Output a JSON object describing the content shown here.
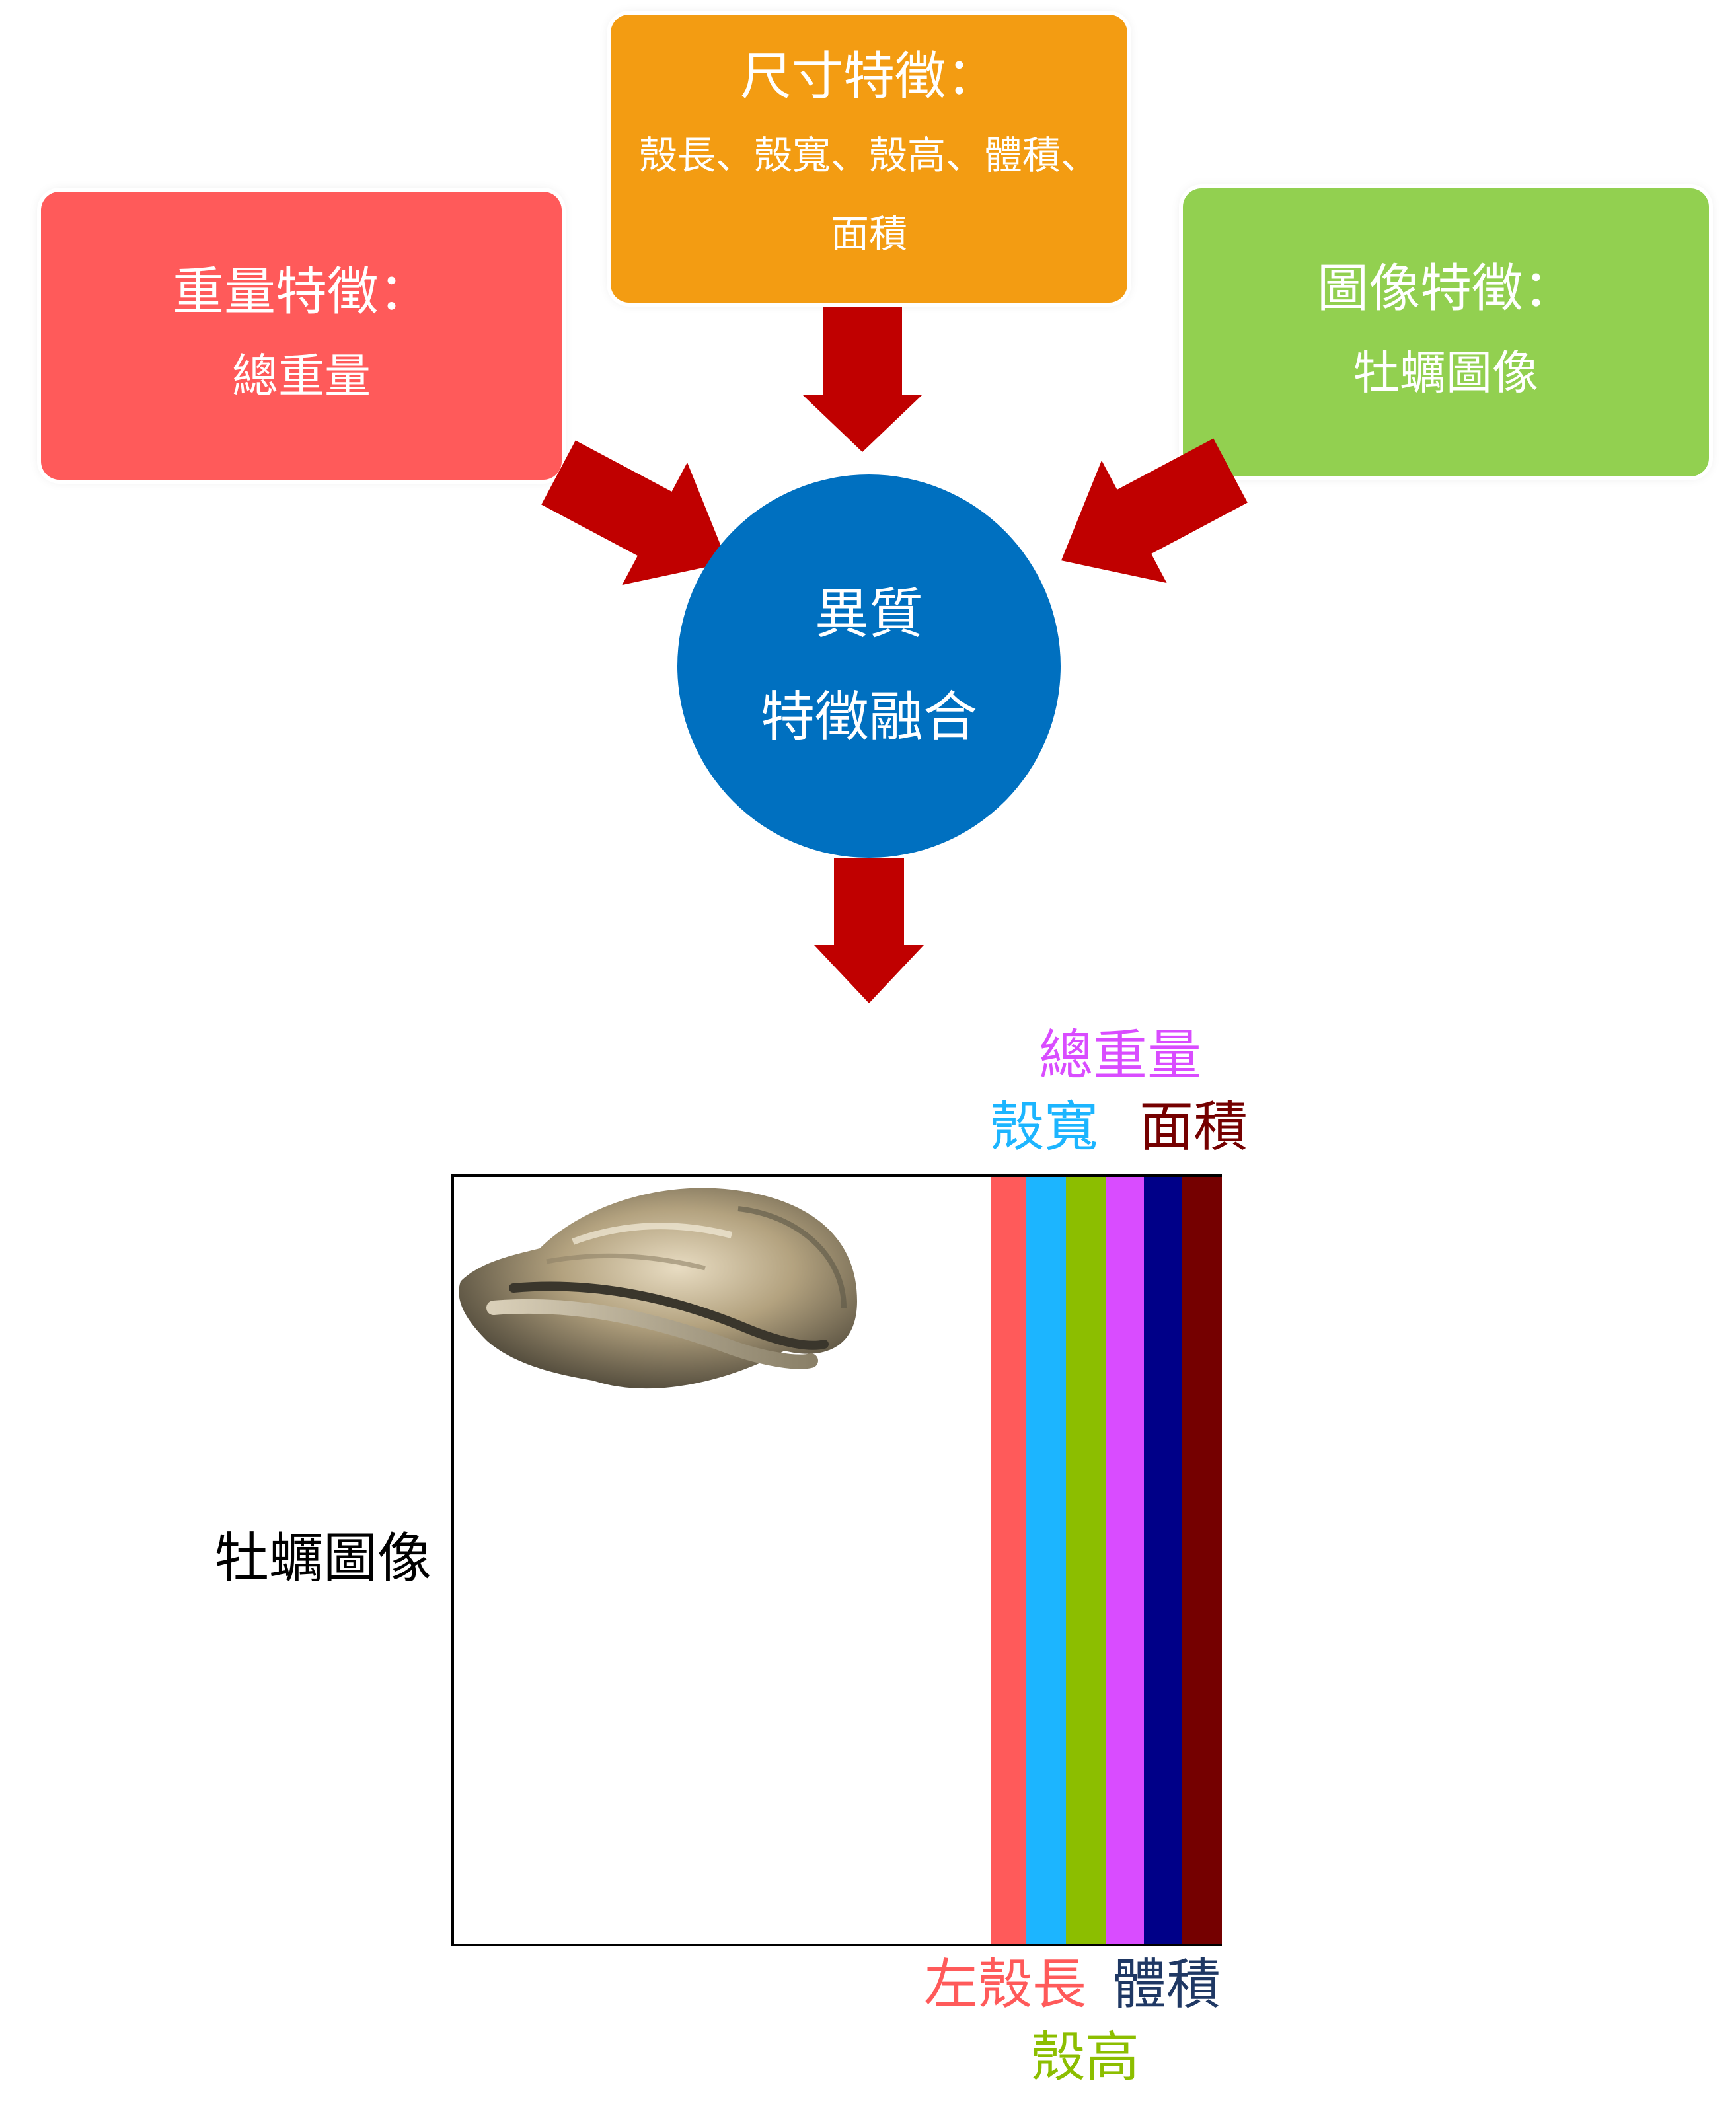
{
  "inputs": {
    "weight": {
      "title": "重量特徵：",
      "body": "總重量",
      "color": "#ff5a5a"
    },
    "size": {
      "title": "尺寸特徵：",
      "body": "殼長、殼寬、殼高、體積、面積",
      "color": "#f39c12"
    },
    "image": {
      "title": "圖像特徵：",
      "body": "牡蠣圖像",
      "color": "#92d050"
    }
  },
  "fusion": {
    "line1": "異質",
    "line2": "特徵融合",
    "color": "#0070c0"
  },
  "arrow_color": "#c00000",
  "feature_matrix": {
    "image_label": "牡蠣圖像",
    "photo_icon": "oyster-photo",
    "stripes": [
      {
        "name": "左殼長",
        "color": "#ff5a5a"
      },
      {
        "name": "殼寬",
        "color": "#1cb5ff"
      },
      {
        "name": "殼高",
        "color": "#8cbe00"
      },
      {
        "name": "總重量",
        "color": "#d94cff"
      },
      {
        "name": "體積",
        "color": "#000088"
      },
      {
        "name": "面積",
        "color": "#750000"
      }
    ],
    "labels": {
      "total_weight": {
        "text": "總重量",
        "color": "#d94cff"
      },
      "width": {
        "text": "殼寬",
        "color": "#1cb5ff"
      },
      "area": {
        "text": "面積",
        "color": "#750000"
      },
      "length": {
        "text": "左殼長",
        "color": "#ff5a5a"
      },
      "volume": {
        "text": "體積",
        "color": "#1f3864"
      },
      "height": {
        "text": "殼高",
        "color": "#8cbe00"
      }
    }
  }
}
